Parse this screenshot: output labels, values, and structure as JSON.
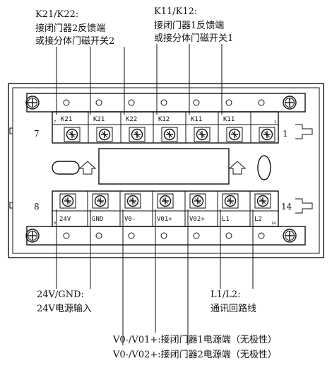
{
  "labels": {
    "k2": {
      "line1": "K21/K22:",
      "line2": "接闭门器2反馈端",
      "line3": "或接分体门磁开关2"
    },
    "k1": {
      "line1": "K11/K12:",
      "line2": "接闭门器1反馈端",
      "line3": "或接分体门磁开关1"
    },
    "power": {
      "line1": "24V/GND:",
      "line2": "24V电源输入"
    },
    "comm": {
      "line1": "L1/L2:",
      "line2": "通讯回路线"
    },
    "door_power1": "V0-/V01+:接闭门器1电源端（无极性）",
    "door_power2": "V0-/V02+:接闭门器2电源端（无极性）"
  },
  "top_terminals": [
    "K21",
    "K21",
    "K22",
    "K12",
    "K11",
    "K11"
  ],
  "bottom_terminals": [
    "24V",
    "GND",
    "V0-",
    "V01+",
    "V02+",
    "L1",
    "L2"
  ],
  "positions": {
    "top_left": "7",
    "top_right": "1",
    "bottom_left": "8",
    "bottom_right": "14",
    "top_left_small": "7",
    "top_right_small": "1",
    "bottom_left_small": "8",
    "bottom_right_small": "14"
  }
}
